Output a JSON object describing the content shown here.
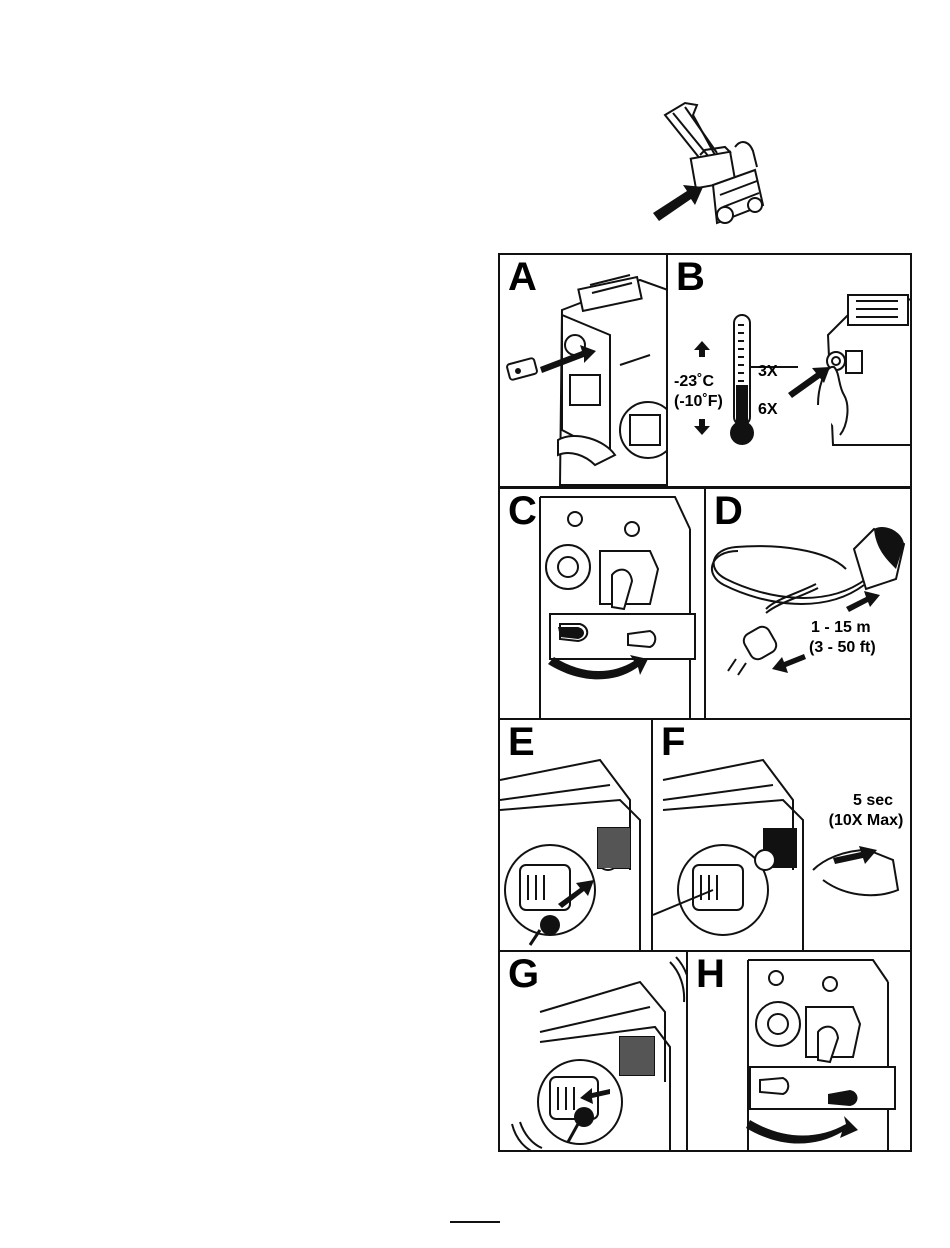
{
  "panels": {
    "a": {
      "letter": "A"
    },
    "b": {
      "letter": "B",
      "temp_c": "-23˚C",
      "temp_f": "(-10˚F)",
      "count_above": "3X",
      "count_below": "6X"
    },
    "c": {
      "letter": "C"
    },
    "d": {
      "letter": "D",
      "length_m": "1 - 15 m",
      "length_ft": "(3 - 50 ft)"
    },
    "e": {
      "letter": "E"
    },
    "f": {
      "letter": "F",
      "duration": "5 sec",
      "max_presses": "(10X Max)"
    },
    "g": {
      "letter": "G"
    },
    "h": {
      "letter": "H"
    }
  },
  "colors": {
    "ink": "#111111",
    "panel_border": "#111111",
    "background": "#ffffff"
  }
}
